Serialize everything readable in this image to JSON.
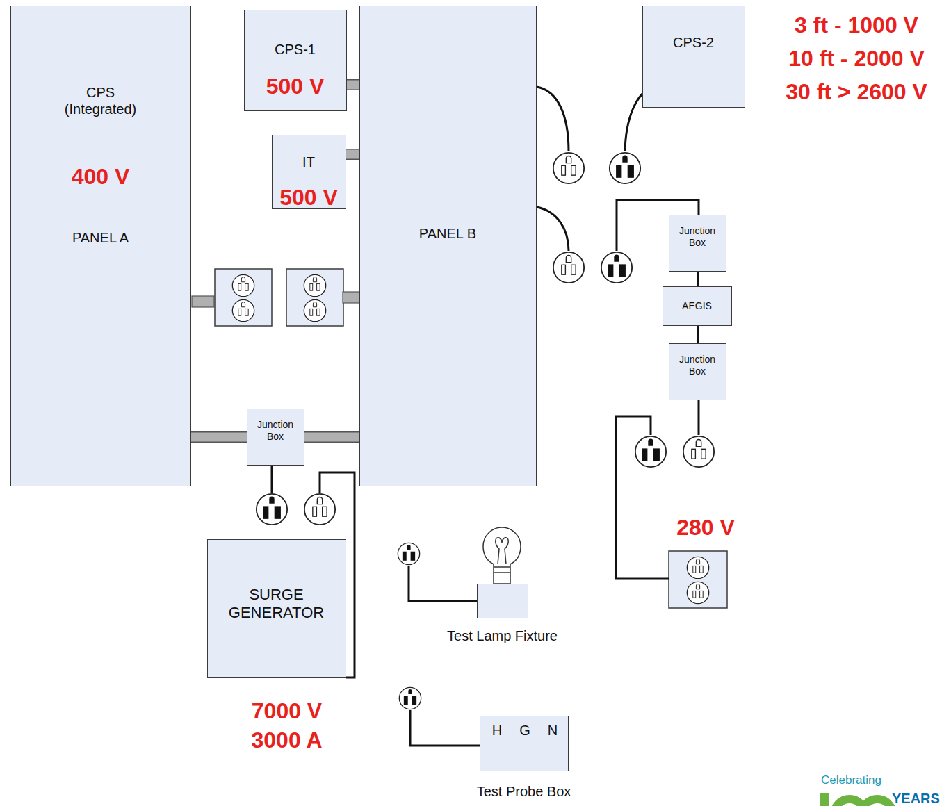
{
  "diagram": {
    "nodes": [
      {
        "text": [
          "CPS (Integrated)",
          "400 V",
          "PANEL A"
        ]
      },
      {
        "text": [
          "CPS-1",
          "500 V"
        ]
      },
      {
        "text": [
          "IT",
          "500 V"
        ]
      },
      {
        "text": [
          "PANEL B"
        ]
      },
      {
        "text": [
          "CPS-2"
        ]
      },
      {
        "text": [
          "Junction Box"
        ]
      },
      {
        "text": [
          "Junction Box"
        ]
      },
      {
        "text": [
          "AEGIS"
        ]
      },
      {
        "text": [
          "Junction Box"
        ]
      },
      {
        "text": [
          "SURGE GENERATOR"
        ]
      },
      {
        "text": [
          "Test Lamp Fixture"
        ]
      },
      {
        "text": [
          "H",
          "G",
          "N",
          "Test Probe Box"
        ]
      }
    ],
    "edges": [
      {
        "from": 1,
        "to": 3,
        "arrow": "none"
      },
      {
        "from": 2,
        "to": 3,
        "arrow": "none"
      },
      {
        "from": 0,
        "to": 5,
        "arrow": "none"
      },
      {
        "from": 5,
        "to": 3,
        "arrow": "none"
      },
      {
        "from": 6,
        "to": 7,
        "arrow": "none"
      },
      {
        "from": 7,
        "to": 8,
        "arrow": "none"
      }
    ],
    "labels": [
      "3 ft - 1000 V",
      "10 ft - 2000 V",
      "30 ft > 2600 V",
      "280 V",
      "7000 V",
      "3000 A",
      "Celebrating",
      "YEARS"
    ]
  }
}
